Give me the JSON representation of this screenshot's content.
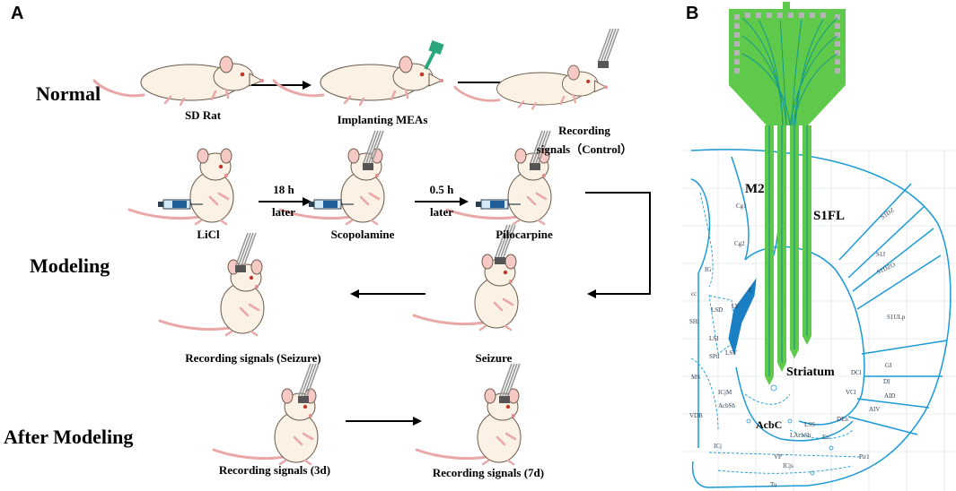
{
  "panel_a": {
    "label": "A",
    "rows": {
      "normal": "Normal",
      "modeling": "Modeling",
      "after": "After Modeling"
    },
    "captions": {
      "sd_rat": "SD Rat",
      "implanting": "Implanting MEAs",
      "recording_control_1": "Recording",
      "recording_control_2": "signals（Control）",
      "licl": "LiCl",
      "scopolamine": "Scopolamine",
      "pilocarpine": "Pilocarpine",
      "seizure": "Seizure",
      "recording_seizure": "Recording signals (Seizure)",
      "recording_3d": "Recording signals (3d)",
      "recording_7d": "Recording signals (7d)"
    },
    "arrow_labels": {
      "a1_top": "18 h",
      "a1_bottom": "later",
      "a2_top": "0.5 h",
      "a2_bottom": "later"
    }
  },
  "panel_b": {
    "label": "B",
    "regions_bold": {
      "m2": "M2",
      "s1fl": "S1FL",
      "striatum": "Striatum",
      "acbc": "AcbC"
    },
    "regions_small": {
      "cg1": "Cg1",
      "cg2": "Cg2",
      "ig": "IG",
      "cc": "cc",
      "e": "E",
      "lv": "LV",
      "lsd": "LSD",
      "shi": "SHi",
      "lsi": "LSI",
      "lsv": "LSV",
      "sptl": "SPtl",
      "ms": "MS",
      "icjm": "ICjM",
      "acbsh": "AcbSh",
      "vdb": "VDB",
      "icj": "ICj",
      "vp": "VP",
      "ics": "ICjs",
      "tu": "Tu",
      "lss": "LSS",
      "lacbsh": "LAcbSh",
      "en": "En",
      "den": "DEn",
      "vcl": "VCl",
      "dcl": "DCl",
      "gi": "GI",
      "di": "DI",
      "aid": "AID",
      "aiv": "AIV",
      "pir": "Pir1",
      "s1dz": "S1DZ",
      "s1j": "S1J",
      "s1dzo": "S1DZO",
      "s1ulp": "S1ULp"
    },
    "colors": {
      "atlas_line": "#1a9ad6",
      "probe_green": "#5ec94a",
      "probe_trace": "#159a8a",
      "ventricle": "#1b7fc4",
      "pad_gray": "#b5b5b5"
    }
  }
}
